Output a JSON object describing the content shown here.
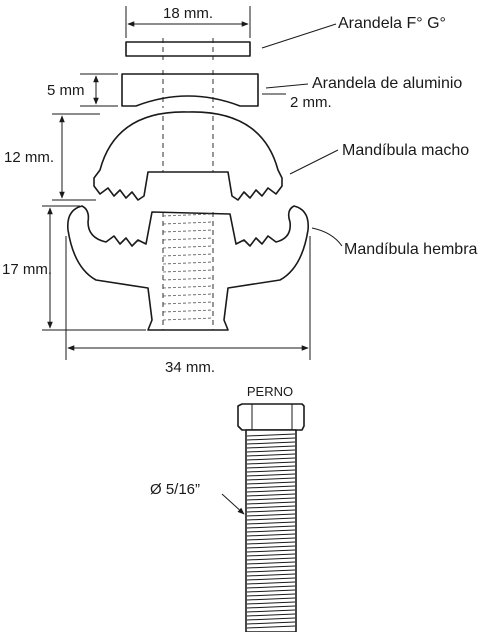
{
  "labels": {
    "washer_fg": "Arandela F° G°",
    "washer_al": "Arandela de aluminio",
    "washer_al_thickness": "2 mm.",
    "male_jaw": "Mandíbula macho",
    "female_jaw": "Mandíbula hembra",
    "bolt": "PERNO",
    "bolt_diameter": "Ø 5/16”"
  },
  "dimensions": {
    "washer_fg_width": "18 mm.",
    "washer_al_height": "5 mm",
    "male_jaw_height": "12 mm.",
    "female_jaw_height": "17 mm.",
    "overall_width": "34 mm."
  },
  "colors": {
    "line": "#1a1a1a",
    "fill": "#ffffff"
  }
}
